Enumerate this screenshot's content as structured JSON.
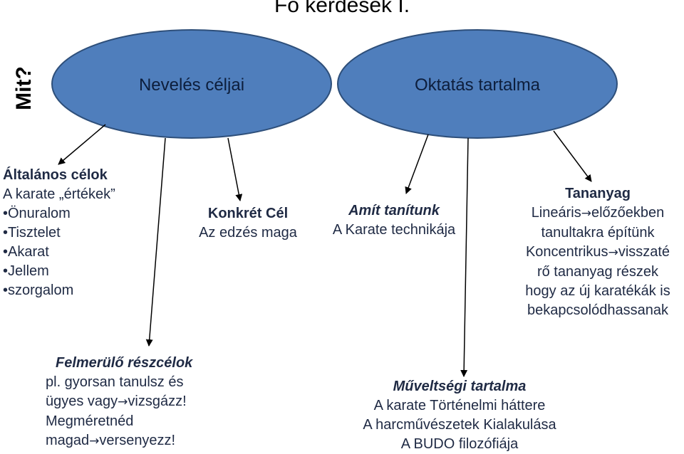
{
  "title": "Fő kérdések I.",
  "side_label": "Mit?",
  "ellipses": {
    "left": "Nevelés céljai",
    "right": "Oktatás tartalma"
  },
  "colors": {
    "ellipse_fill": "#4f7ebc",
    "ellipse_stroke": "#2e4f7a",
    "text": "#1f2a44"
  },
  "general_goals": {
    "heading": "Általános célok",
    "lines": [
      "A karate „értékek”",
      "•Önuralom",
      "•Tisztelet",
      "•Akarat",
      "•Jellem",
      "•szorgalom"
    ]
  },
  "concrete_goal": {
    "heading": "Konkrét Cél",
    "line": "Az edzés maga"
  },
  "what_we_teach": {
    "heading": "Amít tanítunk",
    "line": "A Karate technikája"
  },
  "curriculum": {
    "heading": "Tananyag",
    "line1_a": "Lineáris",
    "line1_b": "előzőekben",
    "line2": "tanultakra építünk",
    "line3_a": "Koncentrikus",
    "line3_b": "visszaté",
    "line4": "rő tananyag részek",
    "line5": "hogy az új karatékák is",
    "line6": "bekapcsolódhassanak"
  },
  "subgoals": {
    "heading": "Felmerülő részcélok",
    "line1": "pl. gyorsan tanulsz és",
    "line2_a": "ügyes vagy",
    "line2_b": "vizsgázz!",
    "line3": "Megméretnéd",
    "line4_a": "magad",
    "line4_b": "versenyezz!"
  },
  "culture": {
    "heading": "Műveltségi tartalma",
    "lines": [
      "A karate Történelmi háttere",
      "A harcművészetek Kialakulása",
      "A BUDO filozófiája"
    ]
  },
  "arrow_glyph": "→"
}
